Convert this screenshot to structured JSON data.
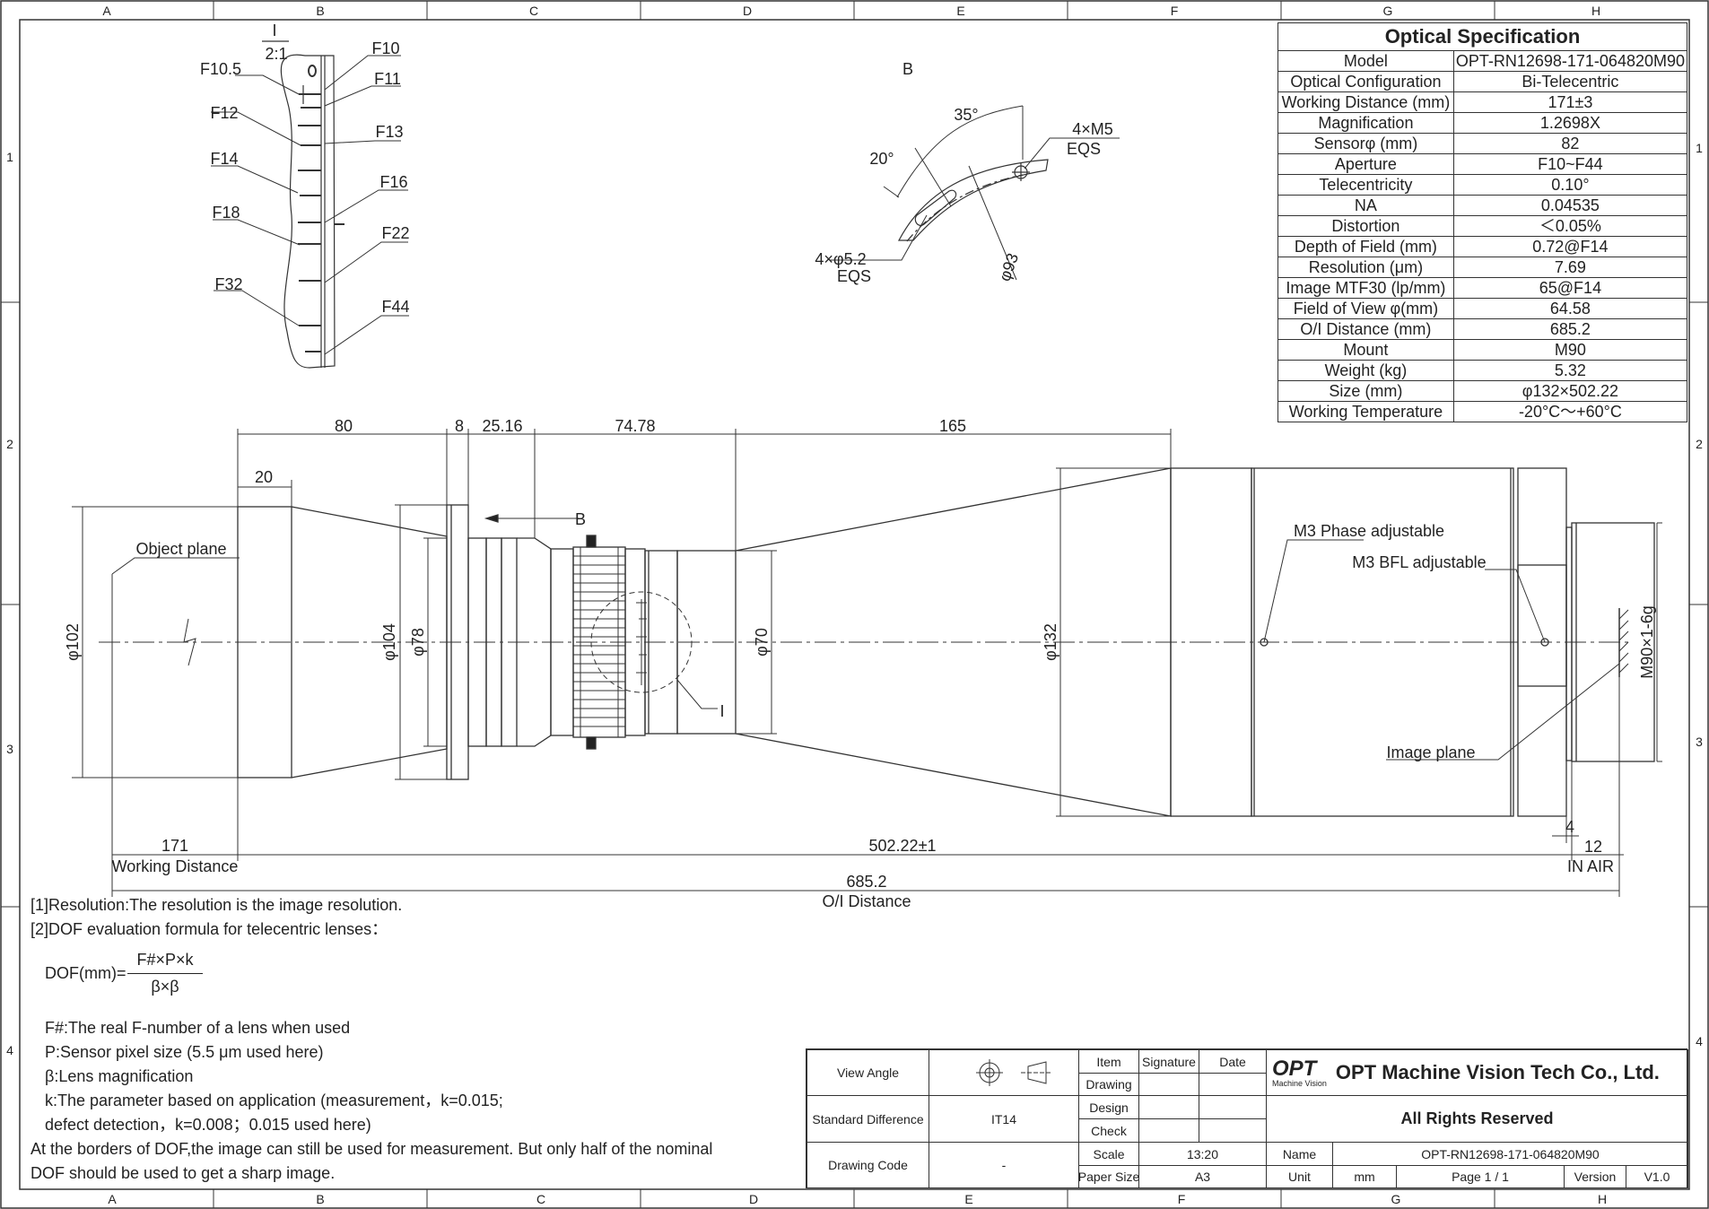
{
  "border": {
    "cols": [
      "A",
      "B",
      "C",
      "D",
      "E",
      "F",
      "G",
      "H"
    ],
    "rows": [
      "1",
      "2",
      "3",
      "4"
    ]
  },
  "detail_i": {
    "label": "I",
    "scale": "2:1",
    "marks": [
      "F10",
      "F10.5",
      "F11",
      "F12",
      "F13",
      "F14",
      "F16",
      "F18",
      "F22",
      "F32",
      "F44"
    ],
    "o": "O"
  },
  "view_b": {
    "label": "B",
    "angle1": "35°",
    "angle2": "20°",
    "thread": "4×M5",
    "thread_eqs": "EQS",
    "hole": "4×φ5.2",
    "hole_eqs": "EQS",
    "pcd": "φ93"
  },
  "spec": {
    "title": "Optical Specification",
    "rows": [
      [
        "Model",
        "OPT-RN12698-171-064820M90"
      ],
      [
        "Optical Configuration",
        "Bi-Telecentric"
      ],
      [
        "Working Distance (mm)",
        "171±3"
      ],
      [
        "Magnification",
        "1.2698X"
      ],
      [
        "Sensorφ (mm)",
        "82"
      ],
      [
        "Aperture",
        "F10~F44"
      ],
      [
        "Telecentricity",
        "0.10°"
      ],
      [
        "NA",
        "0.04535"
      ],
      [
        "Distortion",
        "＜0.05%"
      ],
      [
        "Depth of Field (mm)",
        "0.72@F14"
      ],
      [
        "Resolution (μm)",
        "7.69"
      ],
      [
        "Image MTF30 (lp/mm)",
        "65@F14"
      ],
      [
        "Field of View φ(mm)",
        "64.58"
      ],
      [
        "O/I Distance (mm)",
        "685.2"
      ],
      [
        "Mount",
        "M90"
      ],
      [
        "Weight (kg)",
        "5.32"
      ],
      [
        "Size (mm)",
        "φ132×502.22"
      ],
      [
        "Working Temperature",
        "-20°C～+60°C"
      ]
    ]
  },
  "dims": {
    "d80": "80",
    "d8": "8",
    "d2516": "25.16",
    "d7478": "74.78",
    "d165": "165",
    "d20": "20",
    "phi102": "φ102",
    "phi104": "φ104",
    "phi78": "φ78",
    "phi70": "φ70",
    "phi132": "φ132",
    "m90": "M90×1-6g",
    "d171": "171",
    "wd": "Working Distance",
    "d50222": "502.22±1",
    "d4": "4",
    "d12": "12",
    "inair": "IN AIR",
    "d6852": "685.2",
    "oi": "O/I Distance",
    "arrow_b": "B",
    "detail_ref": "I",
    "object_plane": "Object plane",
    "image_plane": "Image plane",
    "m3_phase": "M3 Phase adjustable",
    "m3_bfl": "M3 BFL adjustable"
  },
  "notes": {
    "n1": "[1]Resolution:The resolution is  the image resolution.",
    "n2": "[2]DOF evaluation formula for telecentric lenses：",
    "f_lhs": "DOF(mm)=",
    "f_num": "F#×P×k",
    "f_den": "β×β",
    "l1": "F#:The real F-number of a lens when used",
    "l2": "P:Sensor pixel size (5.5 μm used here)",
    "l3": "β:Lens magnification",
    "l4": "k:The parameter based on application (measurement，k=0.015;",
    "l5": "defect detection，k=0.008；0.015 used here)",
    "l6": "At the borders of DOF,the image can still be used for measurement. But only half of the nominal",
    "l7": "DOF should be used to get a sharp image."
  },
  "title_block": {
    "view_angle": "View Angle",
    "std_diff": "Standard Difference",
    "std_val": "IT14",
    "drawing_code": "Drawing Code",
    "code_val": "-",
    "item": "Item",
    "signature": "Signature",
    "date": "Date",
    "drawing": "Drawing",
    "design": "Design",
    "check": "Check",
    "scale": "Scale",
    "scale_val": "13:20",
    "paper": "Paper Size",
    "paper_val": "A3",
    "logo": "OPT",
    "logo_sub": "Machine Vision",
    "company": "OPT Machine Vision Tech Co., Ltd.",
    "rights": "All Rights Reserved",
    "name": "Name",
    "name_val": "OPT-RN12698-171-064820M90",
    "unit": "Unit",
    "unit_val": "mm",
    "page": "Page  1 / 1",
    "version": "Version",
    "version_val": "V1.0"
  }
}
